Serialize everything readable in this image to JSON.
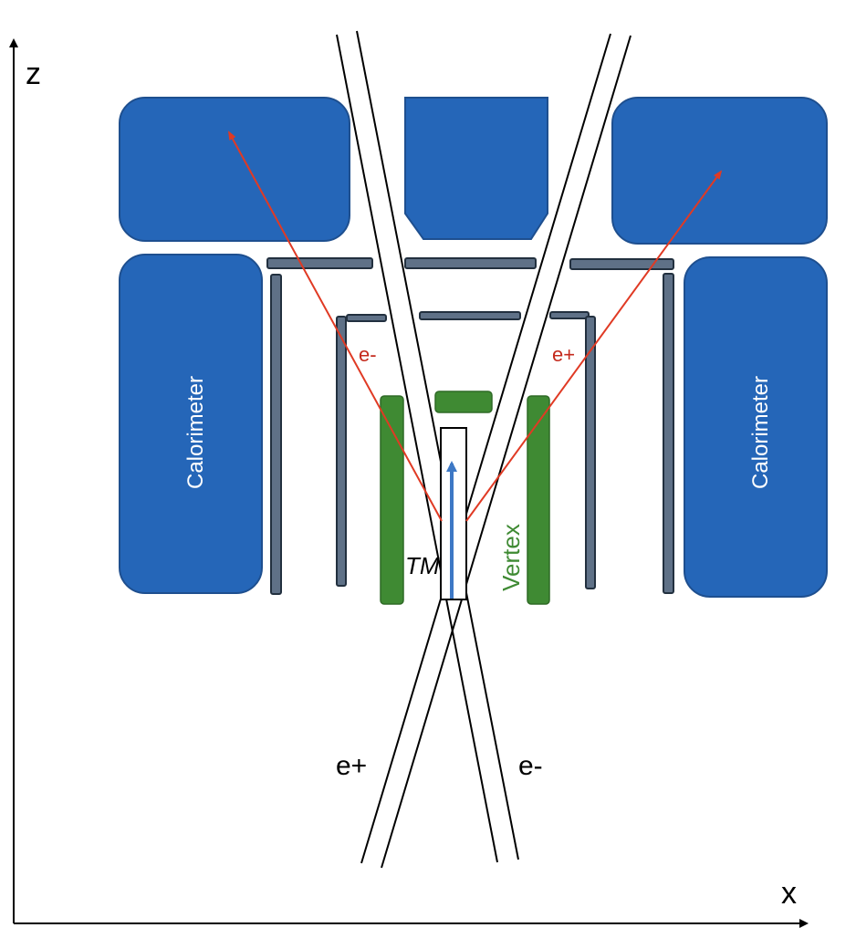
{
  "axes": {
    "z_label": "z",
    "x_label": "x"
  },
  "calorimeter": {
    "left_label": "Calorimeter",
    "right_label": "Calorimeter"
  },
  "vertex": {
    "label": "Vertex"
  },
  "target": {
    "label": "TM"
  },
  "beams": {
    "positron_label": "e+",
    "electron_label": "e-"
  },
  "tracks": {
    "electron_label": "e-",
    "positron_label": "e+"
  },
  "colors": {
    "calorimeter": "#2566b8",
    "calorimeter_edge": "#1e4f8f",
    "tracker": "#5f7187",
    "tracker_edge": "#22303f",
    "vertex": "#3f8a33",
    "track": "#e03a24",
    "tm_arrow": "#3d78c5"
  }
}
